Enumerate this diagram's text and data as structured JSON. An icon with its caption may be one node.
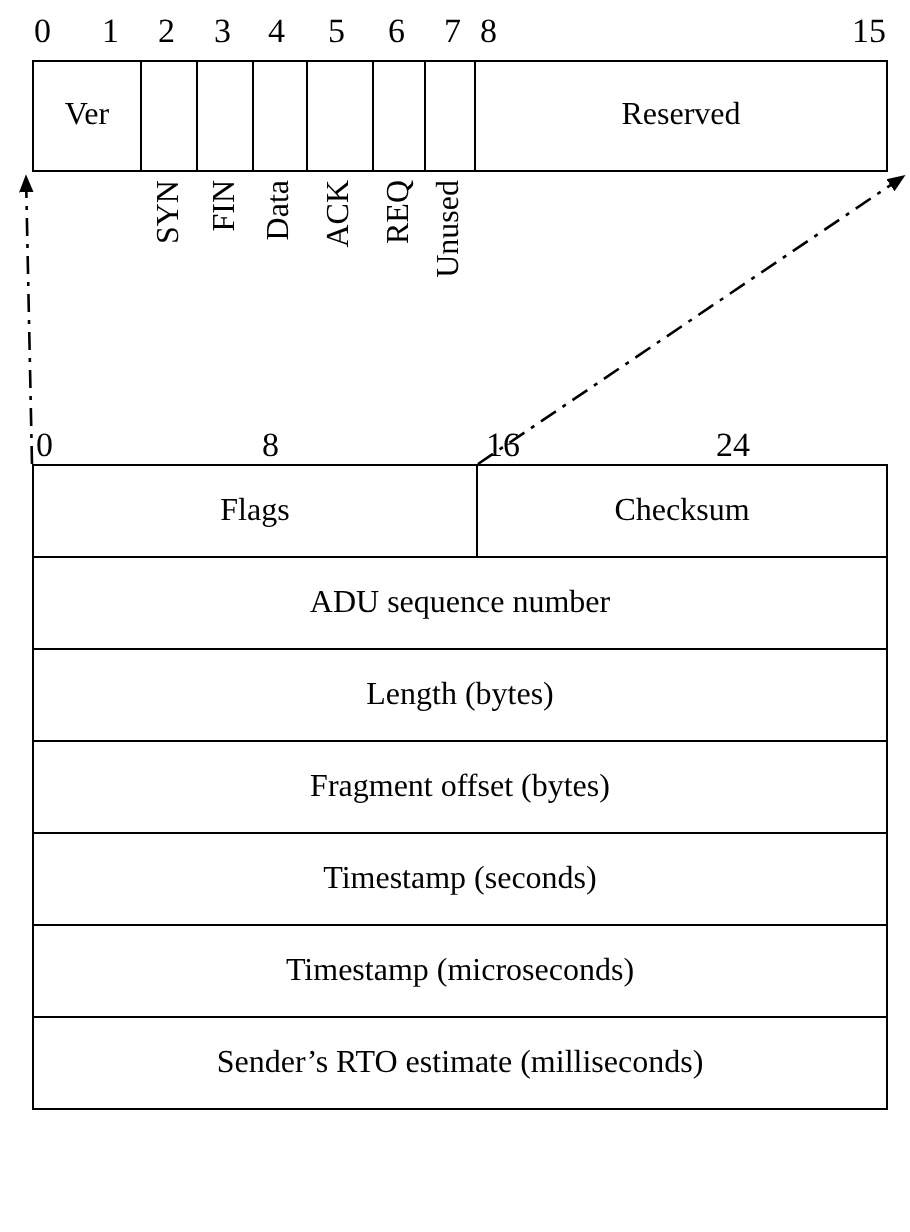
{
  "diagram": {
    "nodes": [
      {
        "text": [
          "Ver"
        ]
      },
      {
        "text": [
          "SYN"
        ]
      },
      {
        "text": [
          "FIN"
        ]
      },
      {
        "text": [
          "Data"
        ]
      },
      {
        "text": [
          "ACK"
        ]
      },
      {
        "text": [
          "REQ"
        ]
      },
      {
        "text": [
          "Unused"
        ]
      },
      {
        "text": [
          "Reserved"
        ]
      },
      {
        "text": [
          "Flags"
        ]
      },
      {
        "text": [
          "Checksum"
        ]
      },
      {
        "text": [
          "ADU sequence number"
        ]
      },
      {
        "text": [
          "Length (bytes)"
        ]
      },
      {
        "text": [
          "Fragment offset (bytes)"
        ]
      },
      {
        "text": [
          "Timestamp (seconds)"
        ]
      },
      {
        "text": [
          "Timestamp (microseconds)"
        ]
      },
      {
        "text": [
          "Sender’s RTO estimate (milliseconds)"
        ]
      }
    ],
    "edges": [
      {
        "from": 8,
        "to": 0,
        "arrow": "to",
        "style": "dashed"
      },
      {
        "from": 8,
        "to": 7,
        "arrow": "to",
        "style": "dashed"
      }
    ],
    "labels": [
      "0",
      "1",
      "2",
      "3",
      "4",
      "5",
      "6",
      "7",
      "8",
      "15",
      "0",
      "8",
      "16",
      "24"
    ]
  }
}
